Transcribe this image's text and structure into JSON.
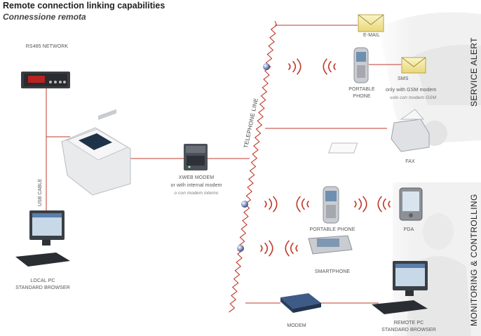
{
  "header": {
    "title": "Remote connection linking capabilities",
    "subtitle": "Connessione remota"
  },
  "devices": {
    "rs485_network": "RS485 NETWORK",
    "usb_cable": "USB CABLE",
    "local_pc": [
      "LOCAL PC",
      "STANDARD BROWSER"
    ],
    "xweb_modem": "XWEB MODEM",
    "internal_modem": "or with internal modem",
    "internal_modem_it": "o con modem interno",
    "telephone_line": "TELEPHONE LINE",
    "email": "E-MAIL",
    "portable_phone_top": [
      "PORTABLE",
      "PHONE"
    ],
    "sms": "SMS",
    "sms_note": "only with GSM modem",
    "sms_note_it": "solo con modem GSM",
    "fax": "FAX",
    "portable_phone_mid": "PORTABLE PHONE",
    "pda": "PDA",
    "smartphone": "SMARTPHONE",
    "modem": "MODEM",
    "remote_pc": [
      "REMOTE PC",
      "STANDARD BROWSER"
    ]
  },
  "sections": {
    "service_alert": "SERVICE ALERT",
    "monitoring": "MONITORING & CONTROLLING"
  },
  "colors": {
    "link_line": "#c0392b",
    "wave": "#c0392b",
    "envelope": "#f3e9a0",
    "device_gray": "#9aa0a6",
    "node_blue": "#5a6a95"
  }
}
